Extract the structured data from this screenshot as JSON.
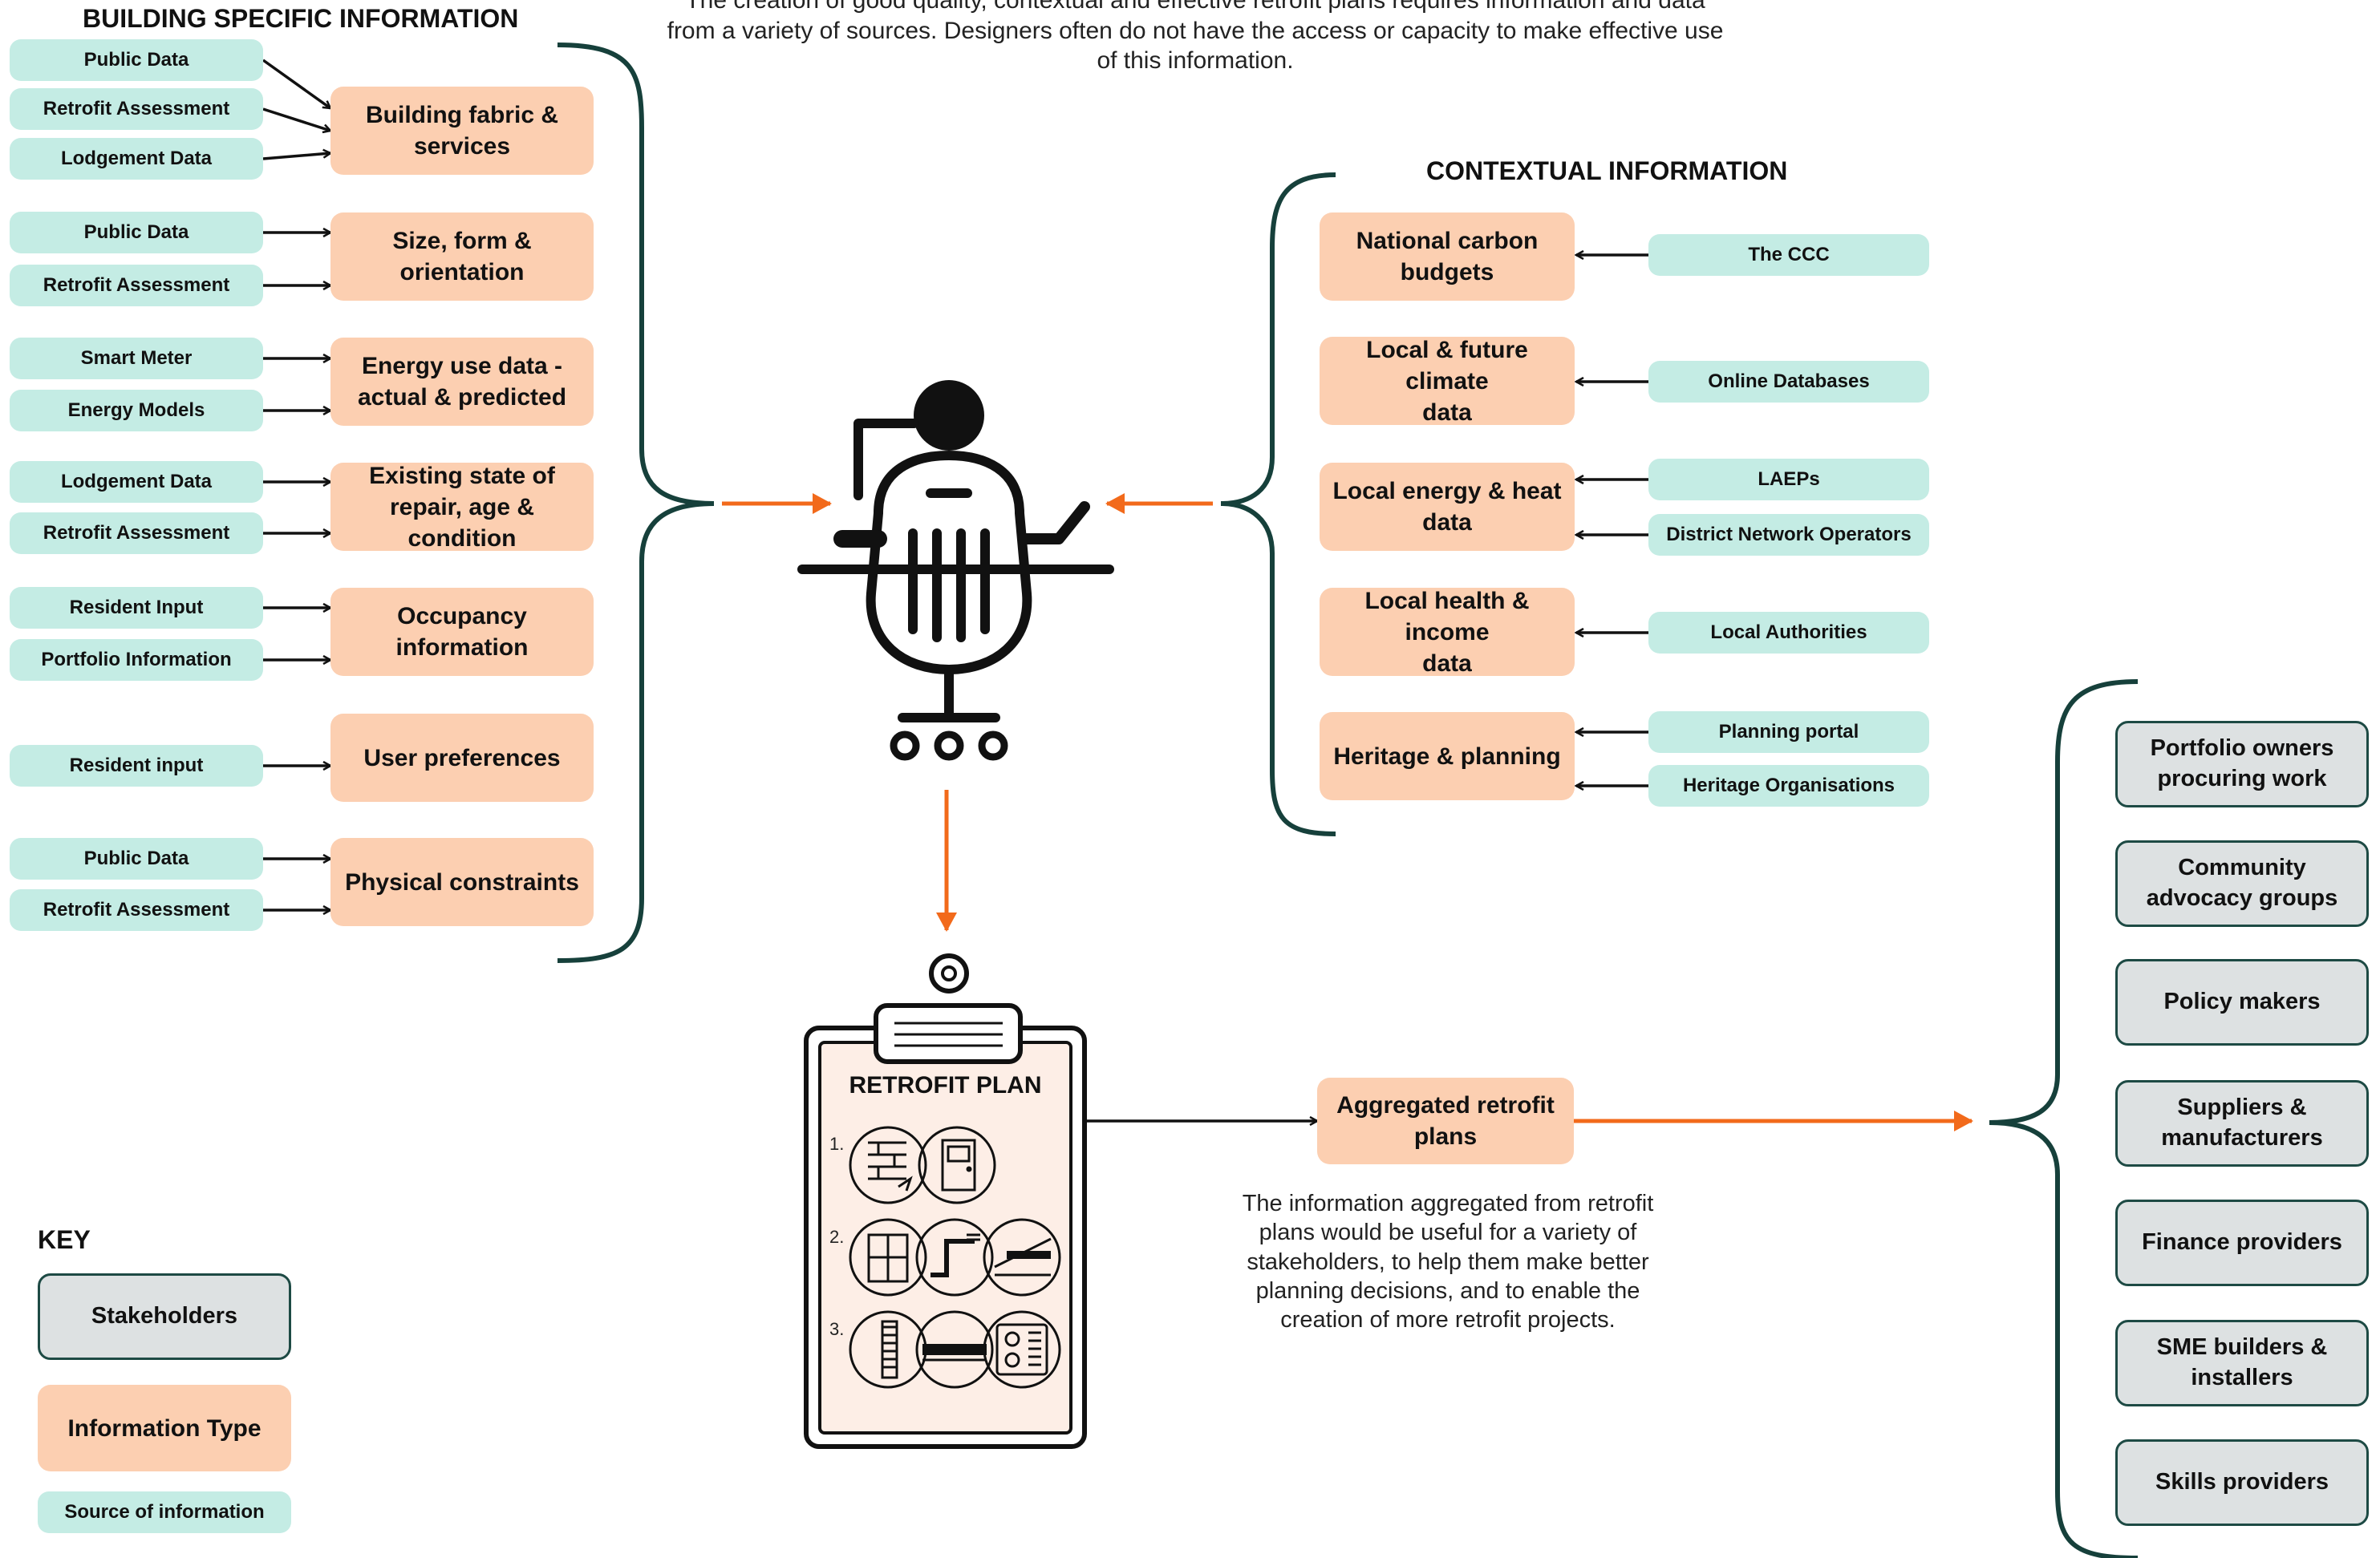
{
  "intro_text": {
    "line1": "The creation of good quality, contextual and effective retrofit plans requires information and data",
    "line2": "from a variety of sources. Designers often do not have the access or capacity to make effective use",
    "line3": "of this information."
  },
  "building": {
    "heading": "BUILDING SPECIFIC INFORMATION",
    "groups": [
      {
        "info": [
          "Building fabric &",
          "services"
        ],
        "sources": [
          "Public Data",
          "Retrofit Assessment",
          "Lodgement Data"
        ]
      },
      {
        "info": [
          "Size, form &",
          "orientation"
        ],
        "sources": [
          "Public Data",
          "Retrofit Assessment"
        ]
      },
      {
        "info": [
          "Energy use data -",
          "actual & predicted"
        ],
        "sources": [
          "Smart Meter",
          "Energy Models"
        ]
      },
      {
        "info": [
          "Existing state of",
          "repair, age & condition"
        ],
        "sources": [
          "Lodgement Data",
          "Retrofit Assessment"
        ]
      },
      {
        "info": [
          "Occupancy",
          "information"
        ],
        "sources": [
          "Resident Input",
          "Portfolio Information"
        ]
      },
      {
        "info": [
          "User preferences"
        ],
        "sources": [
          "Resident input"
        ]
      },
      {
        "info": [
          "Physical constraints"
        ],
        "sources": [
          "Public Data",
          "Retrofit Assessment"
        ]
      }
    ]
  },
  "contextual": {
    "heading": "CONTEXTUAL INFORMATION",
    "groups": [
      {
        "info": [
          "National carbon",
          "budgets"
        ],
        "sources": [
          "The CCC"
        ]
      },
      {
        "info": [
          "Local & future climate",
          "data"
        ],
        "sources": [
          "Online Databases"
        ]
      },
      {
        "info": [
          "Local energy & heat",
          "data"
        ],
        "sources": [
          "LAEPs",
          "District Network Operators"
        ]
      },
      {
        "info": [
          "Local health & income",
          "data"
        ],
        "sources": [
          "Local Authorities"
        ]
      },
      {
        "info": [
          "Heritage & planning"
        ],
        "sources": [
          "Planning portal",
          "Heritage Organisations"
        ]
      }
    ]
  },
  "retrofit_plan": {
    "title": "RETROFIT PLAN",
    "steps": [
      "1.",
      "2.",
      "3."
    ]
  },
  "aggregated": {
    "label": [
      "Aggregated retrofit",
      "plans"
    ],
    "description": [
      "The information aggregated from retrofit",
      "plans would be useful for a variety of",
      "stakeholders, to help them make better",
      "planning decisions, and to enable the",
      "creation of more retrofit projects."
    ]
  },
  "stakeholders": [
    [
      "Portfolio owners",
      "procuring work"
    ],
    [
      "Community",
      "advocacy groups"
    ],
    [
      "Policy makers"
    ],
    [
      "Suppliers &",
      "manufacturers"
    ],
    [
      "Finance providers"
    ],
    [
      "SME builders &",
      "installers"
    ],
    [
      "Skills providers"
    ]
  ],
  "key": {
    "title": "KEY",
    "items": [
      "Stakeholders",
      "Information Type",
      "Source of information"
    ]
  },
  "icons": [
    "person-at-desk-icon",
    "clipboard-icon",
    "brick-wall-icon",
    "door-icon",
    "window-icon",
    "pipe-insulation-icon",
    "roof-insulation-icon",
    "wall-insulation-icon",
    "floor-insulation-icon",
    "heat-pump-icon"
  ],
  "colors": {
    "source": "#c4ece4",
    "info": "#fccfb1",
    "stakeholder": "#dde1e2",
    "stakeholder_border": "#1d4a44",
    "bracket": "#16403b",
    "accent_arrow": "#f26a1b",
    "plan_paper": "#fdeee6"
  }
}
